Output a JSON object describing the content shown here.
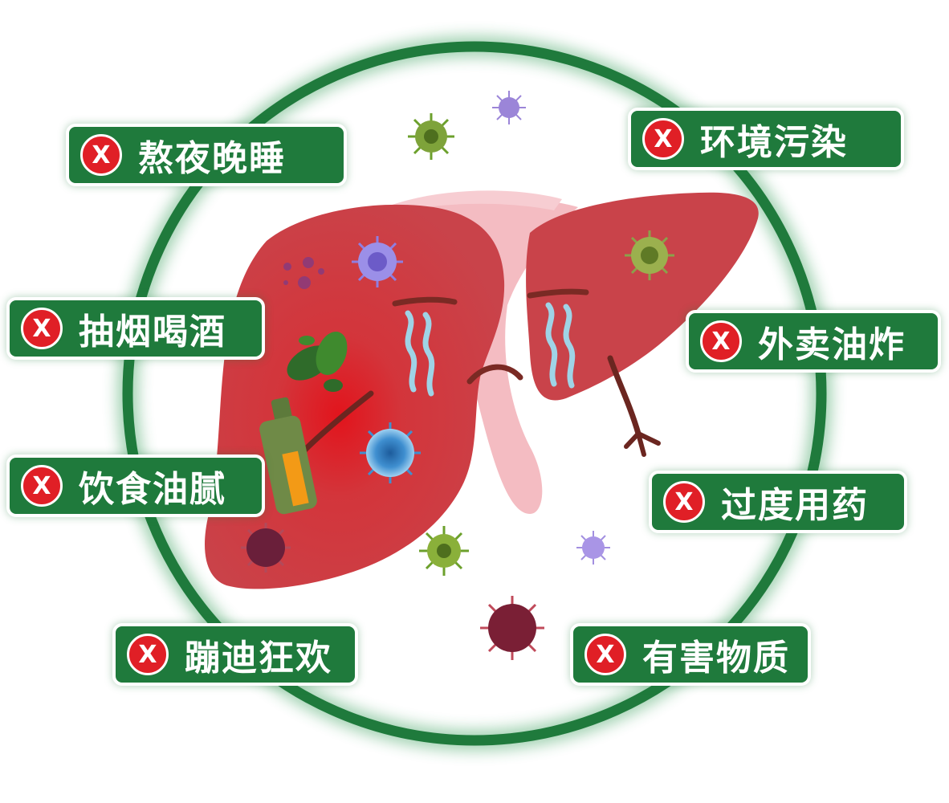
{
  "colors": {
    "ring": "#1f7a3c",
    "tag_background": "#1f7a3c",
    "badge": "#e01f26",
    "liver": "#c9434a",
    "liver_center": "#e2141c",
    "liver_pale": "#f4bcc2",
    "tear": "#9fd3e6",
    "bottle": "#6f8a47",
    "bottle_label": "#f39a16"
  },
  "badge_symbol": "X",
  "risk_factors": {
    "left": [
      {
        "label": "熬夜晚睡",
        "icon": "x-mark-icon"
      },
      {
        "label": "抽烟喝酒",
        "icon": "x-mark-icon"
      },
      {
        "label": "饮食油腻",
        "icon": "x-mark-icon"
      },
      {
        "label": "蹦迪狂欢",
        "icon": "x-mark-icon"
      }
    ],
    "right": [
      {
        "label": "环境污染",
        "icon": "x-mark-icon"
      },
      {
        "label": "外卖油炸",
        "icon": "x-mark-icon"
      },
      {
        "label": "过度用药",
        "icon": "x-mark-icon"
      },
      {
        "label": "有害物质",
        "icon": "x-mark-icon"
      }
    ]
  },
  "illustration": {
    "subject": "crying-liver-illustration",
    "icons": [
      "virus-icon",
      "bottle-icon",
      "tear-icon",
      "bacteria-icon"
    ]
  }
}
